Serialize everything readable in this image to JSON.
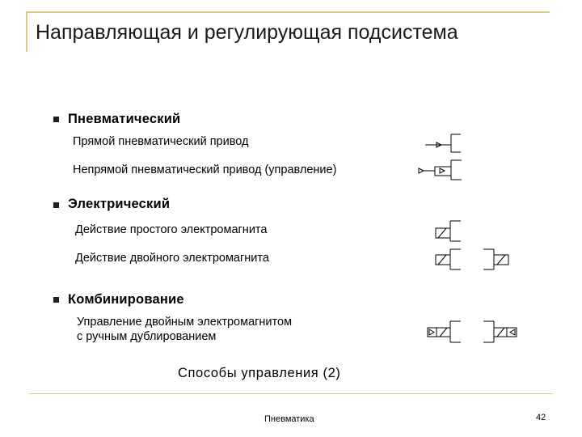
{
  "slide": {
    "title": "Направляющая и регулирующая подсистема",
    "sections": [
      {
        "heading": "Пневматический",
        "items": [
          "Прямой пневматический привод",
          "Непрямой пневматический привод (управление)"
        ]
      },
      {
        "heading": "Электрический",
        "items": [
          "Действие простого электромагнита",
          "Действие двойного электромагнита"
        ]
      },
      {
        "heading": "Комбинирование",
        "items": [
          "Управление двойным электромагнитом",
          "с ручным дублированием"
        ]
      }
    ],
    "caption": "Способы управления (2)"
  },
  "footer": {
    "center": "Пневматика",
    "page_number": "42"
  },
  "symbols": [
    "direct-pneumatic-actuation-icon",
    "indirect-pneumatic-actuation-icon",
    "single-solenoid-icon",
    "double-solenoid-icon",
    "double-solenoid-manual-override-icon"
  ],
  "colors": {
    "accent_rule": "#d7c98a",
    "text": "#000000"
  }
}
